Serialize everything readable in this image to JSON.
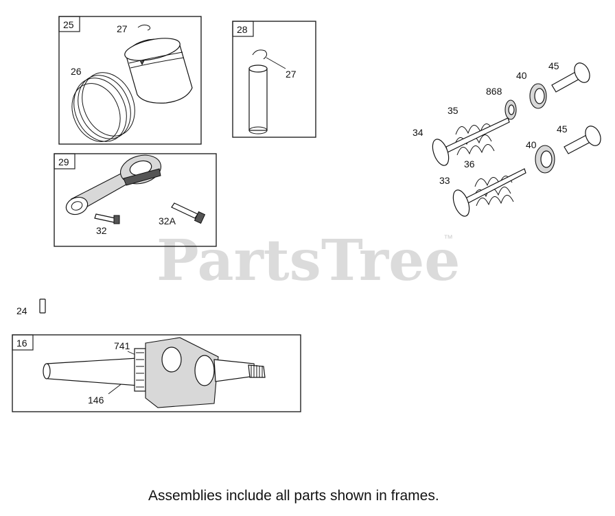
{
  "watermark": {
    "text": "PartsTree",
    "trademark": "™"
  },
  "caption": "Assemblies include all parts shown in frames.",
  "frames": {
    "piston": {
      "number": "25",
      "labels": {
        "ring_clip": "27",
        "rings": "26"
      }
    },
    "pin": {
      "number": "28",
      "labels": {
        "clip": "27"
      }
    },
    "rod": {
      "number": "29",
      "labels": {
        "bolt": "32",
        "bolt_alt": "32A"
      }
    },
    "crank": {
      "number": "16",
      "labels": {
        "gear": "741",
        "key": "146"
      }
    }
  },
  "loose_parts": {
    "key": "24",
    "valves": {
      "intake_seal": "868",
      "retainer_top": "40",
      "retainer_bottom": "40",
      "tappet_top": "45",
      "tappet_bottom": "45",
      "spring_top": "35",
      "spring_bottom": "36",
      "valve_exhaust": "34",
      "valve_intake": "33"
    }
  }
}
